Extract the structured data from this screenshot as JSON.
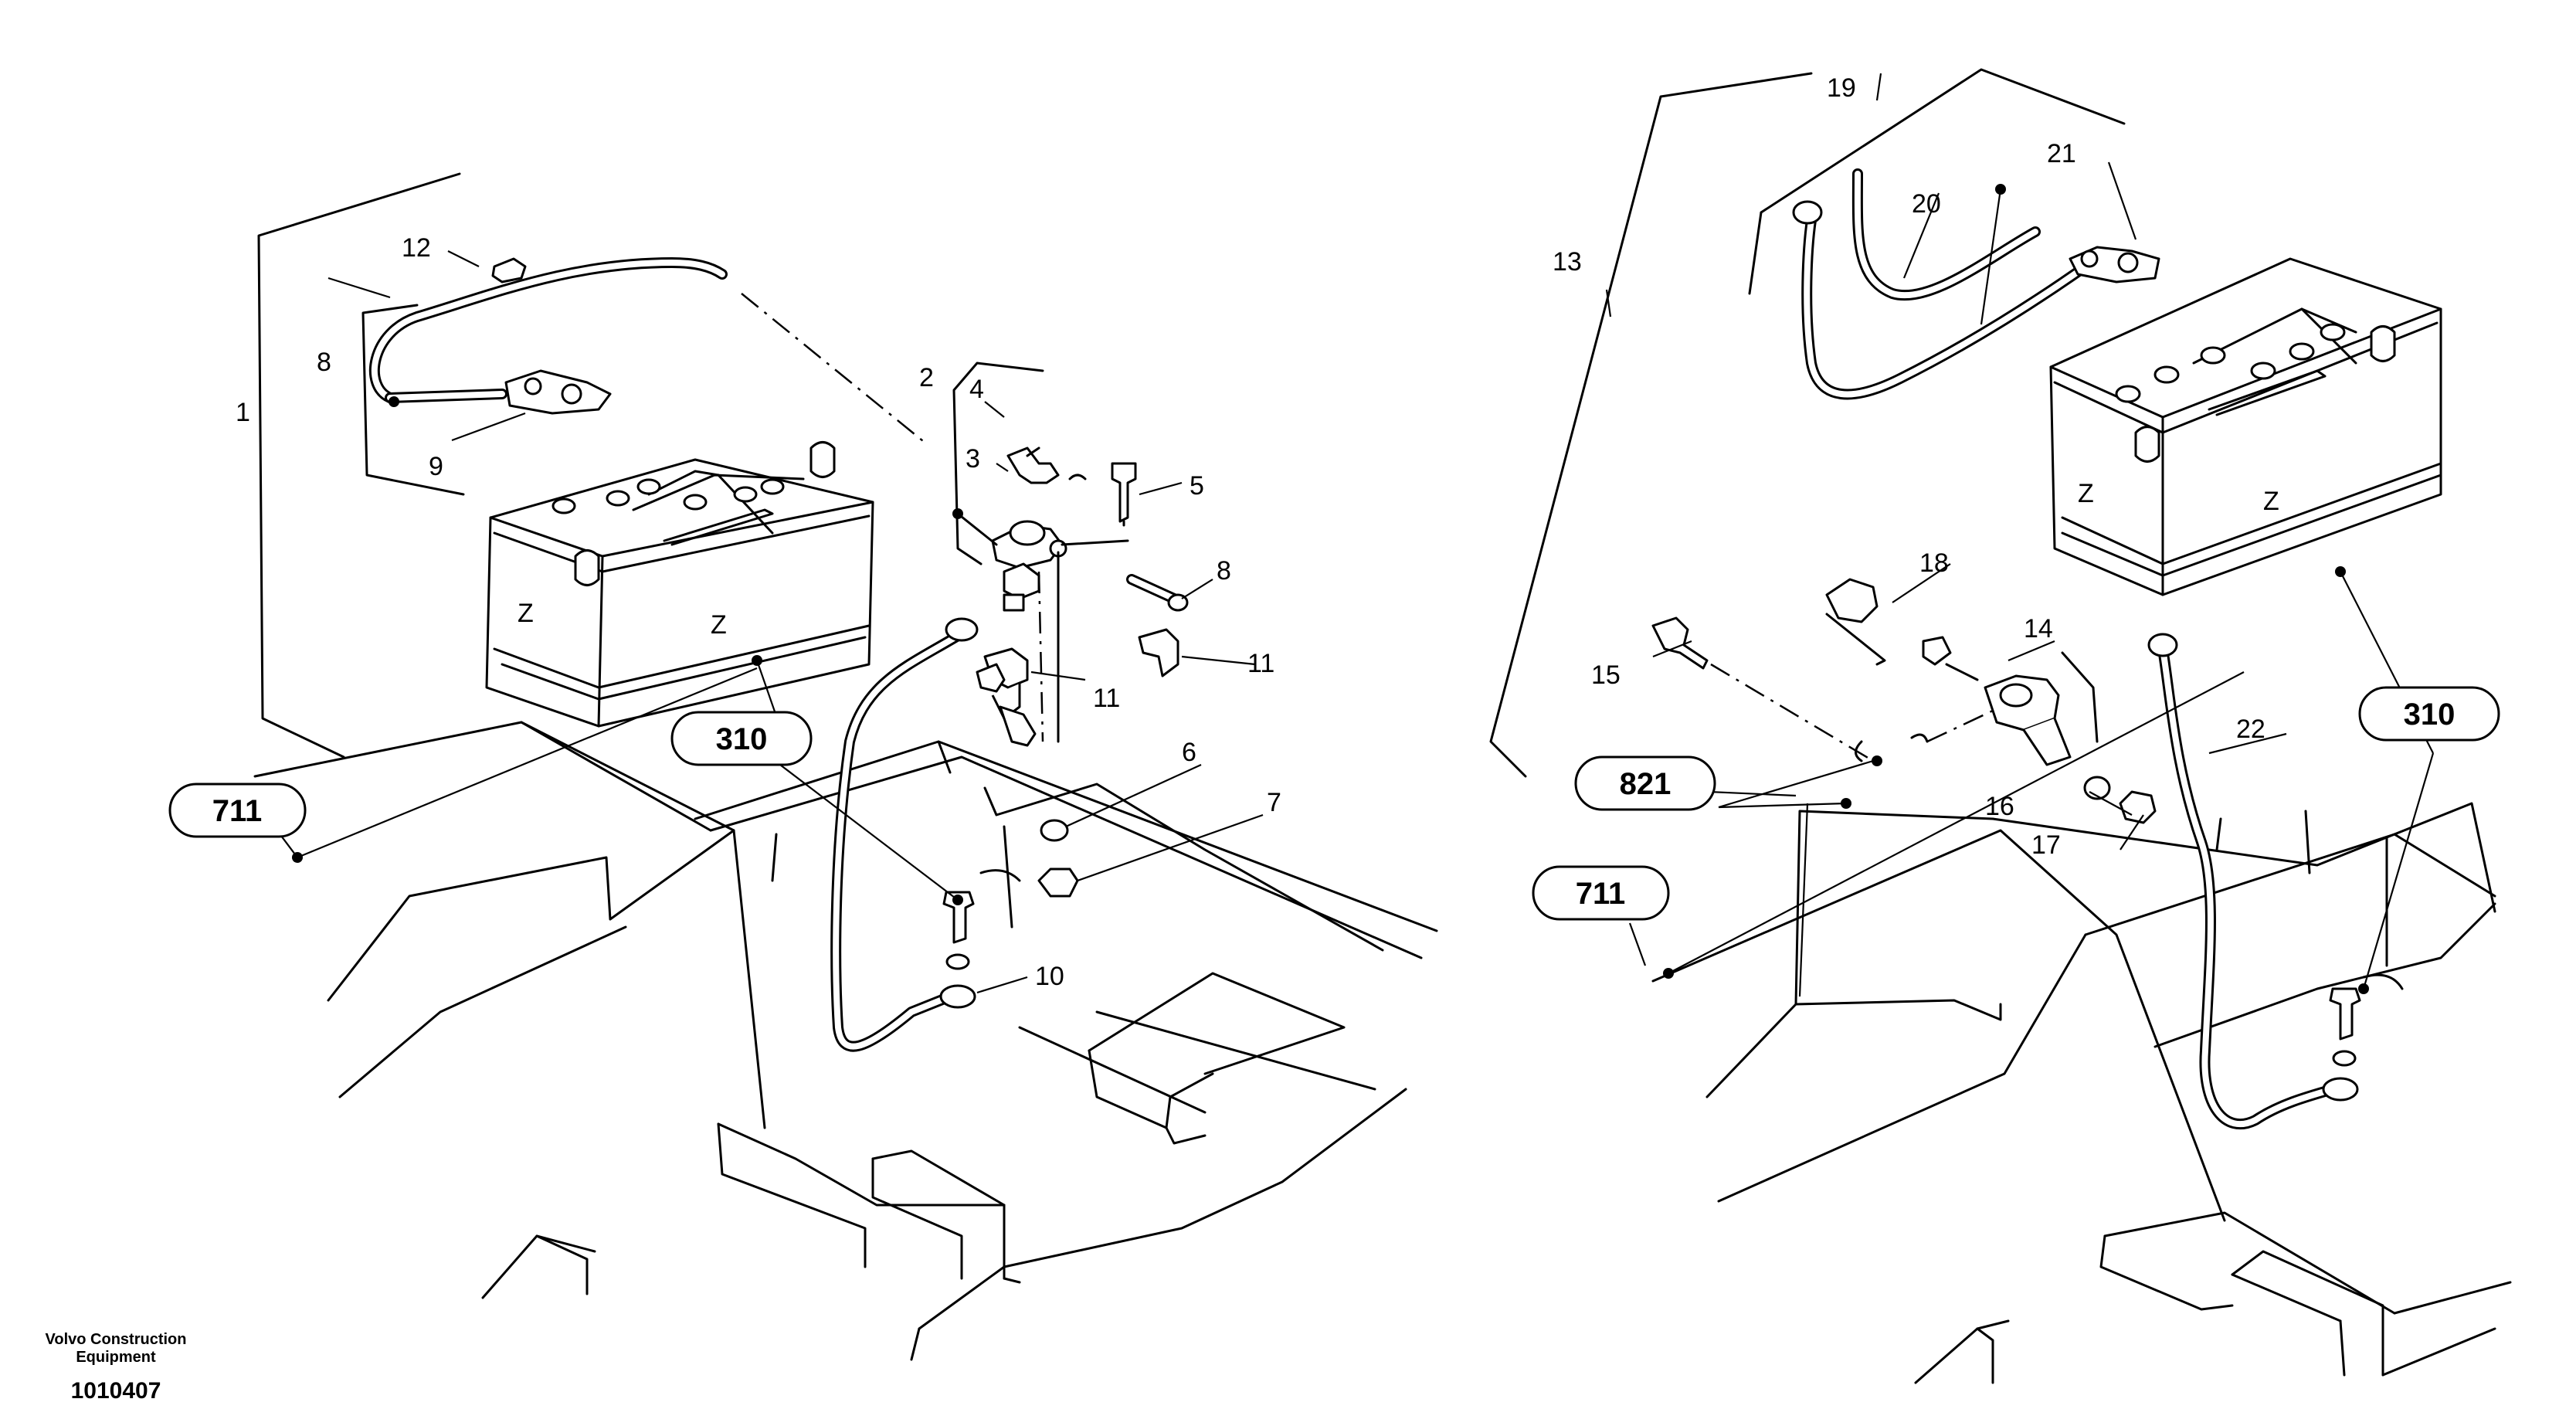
{
  "labels": {
    "l1": "1",
    "l2": "2",
    "l3": "3",
    "l4": "4",
    "l5": "5",
    "l6": "6",
    "l7": "7",
    "l8a": "8",
    "l8b": "8",
    "l9": "9",
    "l10": "10",
    "l11a": "11",
    "l11b": "11",
    "l12": "12",
    "l13": "13",
    "l14": "14",
    "l15": "15",
    "l16": "16",
    "l17": "17",
    "l18": "18",
    "l19": "19",
    "l20": "20",
    "l21": "21",
    "l22": "22"
  },
  "refs": {
    "r310a": "310",
    "r310b": "310",
    "r711a": "711",
    "r711b": "711",
    "r821": "821"
  },
  "footer": {
    "company_line1": "Volvo Construction",
    "company_line2": "Equipment",
    "drawing_number": "1010407"
  }
}
